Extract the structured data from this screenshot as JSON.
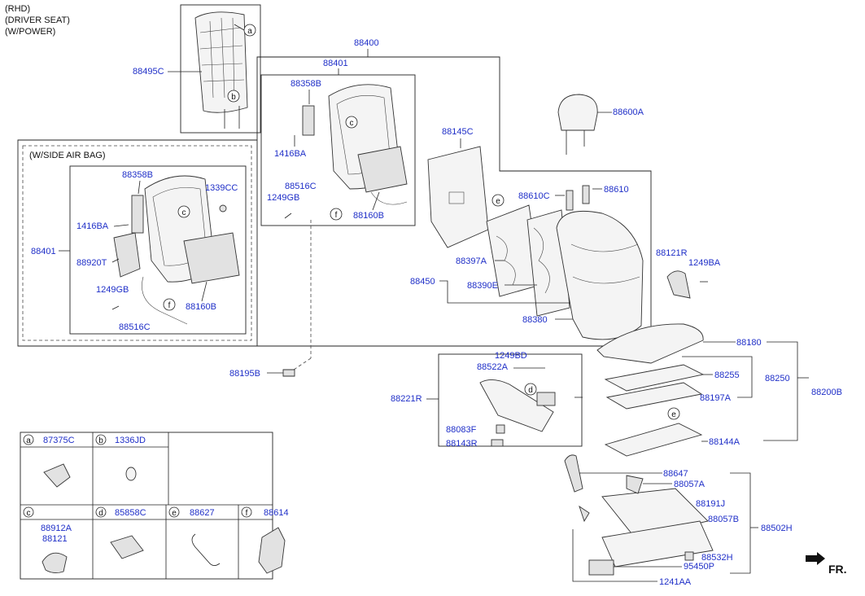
{
  "header": {
    "lines": [
      "(RHD)",
      "(DRIVER SEAT)",
      "(W/POWER)"
    ]
  },
  "variant_label": "(W/SIDE AIR BAG)",
  "direction_label": "FR.",
  "parts": {
    "p88495C": "88495C",
    "p88400": "88400",
    "p88401_top": "88401",
    "p88358B_top": "88358B",
    "p1416BA_top": "1416BA",
    "p88516C_top": "88516C",
    "p1249GB_top": "1249GB",
    "p88160B_top": "88160B",
    "p88358B_sab": "88358B",
    "p1339CC": "1339CC",
    "p1416BA_sab": "1416BA",
    "p88401_sab": "88401",
    "p88920T": "88920T",
    "p1249GB_sab": "1249GB",
    "p88160B_sab": "88160B",
    "p88516C_sab": "88516C",
    "p88145C": "88145C",
    "p88600A": "88600A",
    "p88610C": "88610C",
    "p88610": "88610",
    "p88397A": "88397A",
    "p88450": "88450",
    "p88390E": "88390E",
    "p88380": "88380",
    "p88121R": "88121R",
    "p1249BA": "1249BA",
    "p88195B": "88195B",
    "p1249BD": "1249BD",
    "p88522A": "88522A",
    "p88221R": "88221R",
    "p88083F": "88083F",
    "p88143R": "88143R",
    "p88180": "88180",
    "p88255": "88255",
    "p88250": "88250",
    "p88197A": "88197A",
    "p88200B": "88200B",
    "p88144A": "88144A",
    "p88647": "88647",
    "p88057A": "88057A",
    "p88191J": "88191J",
    "p88057B": "88057B",
    "p88502H": "88502H",
    "p88532H": "88532H",
    "p95450P": "95450P",
    "p1241AA": "1241AA"
  },
  "callouts": [
    "a",
    "b",
    "c",
    "d",
    "e",
    "f"
  ],
  "legend": [
    {
      "letter": "a",
      "part": "87375C"
    },
    {
      "letter": "b",
      "part": "1336JD"
    },
    {
      "letter": "c",
      "part": "88912A",
      "part2": "88121"
    },
    {
      "letter": "d",
      "part": "85858C"
    },
    {
      "letter": "e",
      "part": "88627"
    },
    {
      "letter": "f",
      "part": "88614"
    }
  ]
}
